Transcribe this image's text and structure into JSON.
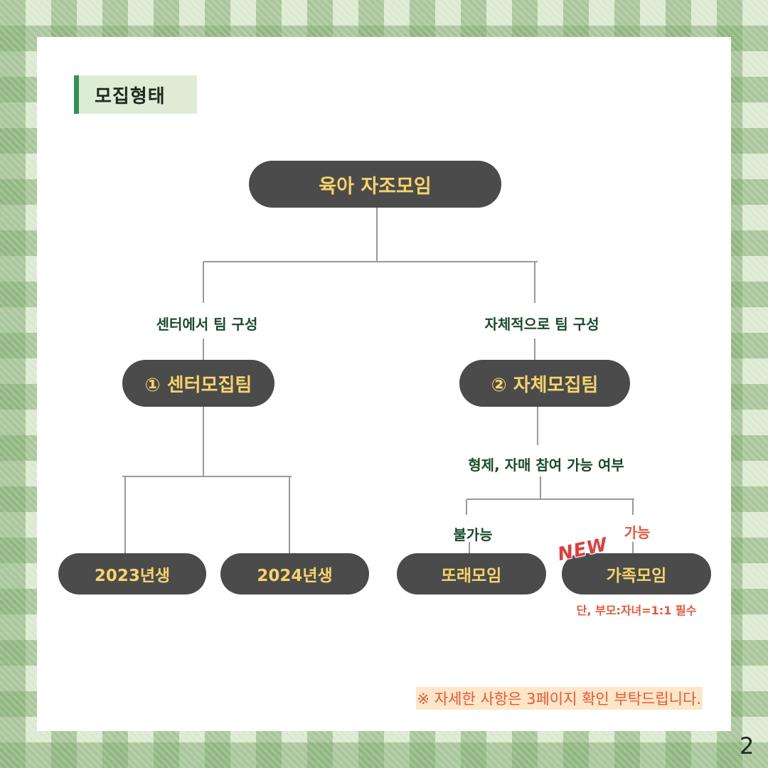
{
  "section_title": "모집형태",
  "root": "육아 자조모임",
  "branches": {
    "left": {
      "edge_label": "센터에서 팀 구성",
      "node": "① 센터모집팀",
      "children": [
        "2023년생",
        "2024년생"
      ]
    },
    "right": {
      "edge_label": "자체적으로 팀 구성",
      "node": "② 자체모집팀",
      "question": "형제, 자매 참여 가능 여부",
      "options": [
        {
          "edge_label": "불가능",
          "node": "또래모임"
        },
        {
          "edge_label": "가능",
          "node": "가족모임",
          "badge": "NEW",
          "condition": "단, 부모:자녀=1:1 필수"
        }
      ]
    }
  },
  "footnote": "※ 자세한 사항은 3페이지 확인 부탁드립니다.",
  "page_number": "2",
  "colors": {
    "pill_bg": "#4b4b4b",
    "pill_text": "#f6d36a",
    "label_green": "#1b4a2b",
    "accent_red": "#e8563a",
    "title_bar": "#2f9257",
    "title_bg": "#deecd5"
  }
}
